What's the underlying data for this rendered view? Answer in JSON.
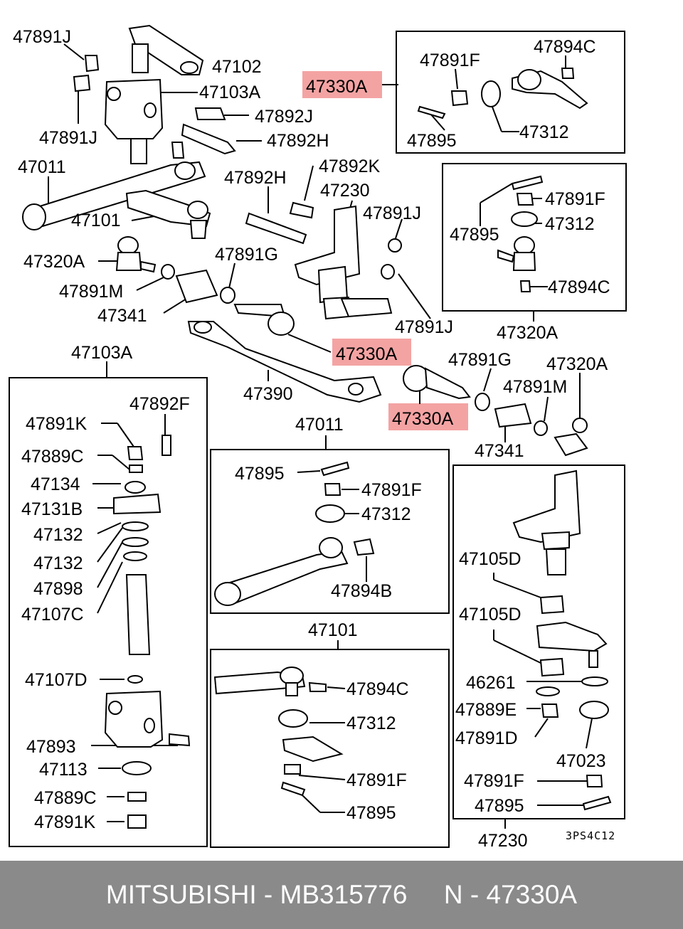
{
  "diagram": {
    "colors": {
      "highlight": "#f4a3a3",
      "line": "#000000"
    },
    "labels": {
      "l47891j_a": "47891J",
      "l47102": "47102",
      "l47103a": "47103A",
      "l47892j": "47892J",
      "l47891j_b": "47891J",
      "l47892h_a": "47892H",
      "l47011": "47011",
      "l47101": "47101",
      "l47892h_b": "47892H",
      "l47892k": "47892K",
      "l47230": "47230",
      "l47891j_c": "47891J",
      "l47320a_a": "47320A",
      "l47891g": "47891G",
      "l47891m": "47891M",
      "l47341": "47341",
      "l47330a_mid": "47330A",
      "l47891j_d": "47891J",
      "l47320a_box": "47320A",
      "l47103a_box": "47103A",
      "l47390": "47390",
      "l47891g_b": "47891G",
      "l47320a_b": "47320A",
      "l47891m_b": "47891M",
      "l47330a_low": "47330A",
      "l47341_b": "47341",
      "l47330a_top": "47330A",
      "l47891f_top": "47891F",
      "l47894c_top": "47894C",
      "l47312_top": "47312",
      "l47895_top": "47895",
      "l47891f_r": "47891F",
      "l47312_r": "47312",
      "l47895_r": "47895",
      "l47894c_r": "47894C",
      "l47891k": "47891K",
      "l47892f": "47892F",
      "l47889c": "47889C",
      "l47134": "47134",
      "l47131b": "47131B",
      "l47132_a": "47132",
      "l47132_b": "47132",
      "l47898": "47898",
      "l47107c": "47107C",
      "l47107d": "47107D",
      "l47893": "47893",
      "l47113": "47113",
      "l47889c_b": "47889C",
      "l47891k_b": "47891K",
      "l47011_box": "47011",
      "l47895_m": "47895",
      "l47891f_m": "47891F",
      "l47312_m": "47312",
      "l47894b": "47894B",
      "l47101_box": "47101",
      "l47894c_b": "47894C",
      "l47312_b": "47312",
      "l47891f_b": "47891F",
      "l47895_b": "47895",
      "l47105d_a": "47105D",
      "l47105d_b": "47105D",
      "l46261": "46261",
      "l47889e": "47889E",
      "l47891d": "47891D",
      "l47023": "47023",
      "l47891f_rb": "47891F",
      "l47895_rb": "47895",
      "l47230_box": "47230",
      "code": "3PS4C12"
    }
  },
  "footer": {
    "brand": "MITSUBISHI",
    "sep1": " - ",
    "part_number": "MB315776",
    "gap": "     ",
    "label": "N - 47330A"
  }
}
